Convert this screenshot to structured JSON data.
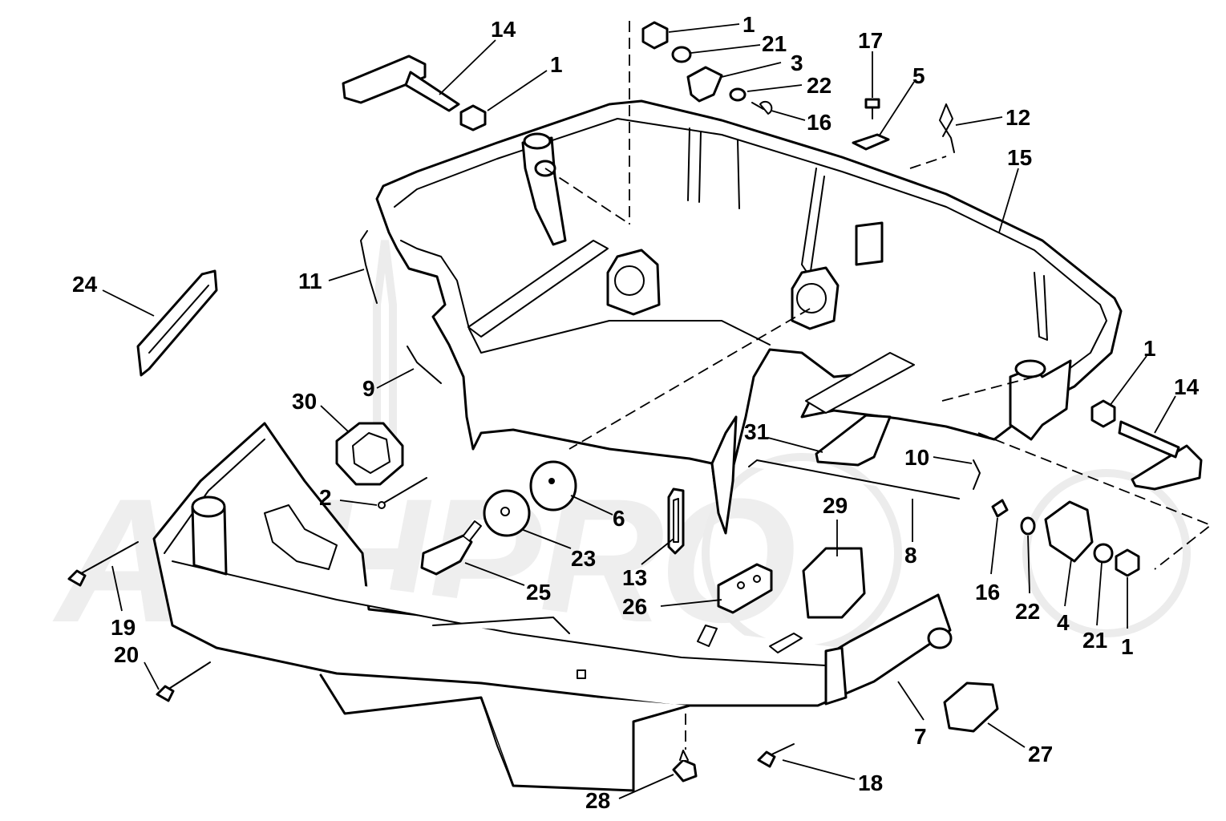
{
  "diagram": {
    "watermark_text": "ACHPRO",
    "callouts": [
      {
        "id": "c14a",
        "text": "14"
      },
      {
        "id": "c1a",
        "text": "1"
      },
      {
        "id": "c1b",
        "text": "1"
      },
      {
        "id": "c21a",
        "text": "21"
      },
      {
        "id": "c3",
        "text": "3"
      },
      {
        "id": "c22a",
        "text": "22"
      },
      {
        "id": "c16a",
        "text": "16"
      },
      {
        "id": "c17",
        "text": "17"
      },
      {
        "id": "c5",
        "text": "5"
      },
      {
        "id": "c12",
        "text": "12"
      },
      {
        "id": "c15",
        "text": "15"
      },
      {
        "id": "c24",
        "text": "24"
      },
      {
        "id": "c11",
        "text": "11"
      },
      {
        "id": "c9",
        "text": "9"
      },
      {
        "id": "c30",
        "text": "30"
      },
      {
        "id": "c1c",
        "text": "1"
      },
      {
        "id": "c14b",
        "text": "14"
      },
      {
        "id": "c31",
        "text": "31"
      },
      {
        "id": "c10",
        "text": "10"
      },
      {
        "id": "c2",
        "text": "2"
      },
      {
        "id": "c6",
        "text": "6"
      },
      {
        "id": "c23",
        "text": "23"
      },
      {
        "id": "c25",
        "text": "25"
      },
      {
        "id": "c29",
        "text": "29"
      },
      {
        "id": "c8",
        "text": "8"
      },
      {
        "id": "c13",
        "text": "13"
      },
      {
        "id": "c26",
        "text": "26"
      },
      {
        "id": "c16b",
        "text": "16"
      },
      {
        "id": "c22b",
        "text": "22"
      },
      {
        "id": "c4",
        "text": "4"
      },
      {
        "id": "c21b",
        "text": "21"
      },
      {
        "id": "c1d",
        "text": "1"
      },
      {
        "id": "c19",
        "text": "19"
      },
      {
        "id": "c20",
        "text": "20"
      },
      {
        "id": "c7",
        "text": "7"
      },
      {
        "id": "c27",
        "text": "27"
      },
      {
        "id": "c18",
        "text": "18"
      },
      {
        "id": "c28",
        "text": "28"
      }
    ]
  }
}
